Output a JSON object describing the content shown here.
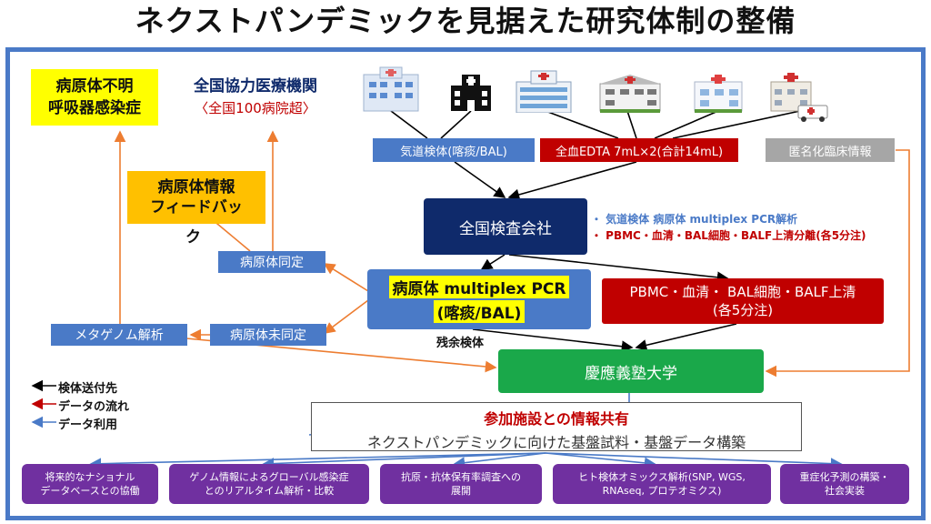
{
  "title": "ネクストパンデミックを見据えた研究体制の整備",
  "unknown_infection": [
    "病原体不明",
    "呼吸器感染症"
  ],
  "hospitals_title": "全国協力医療機関",
  "hospitals_sub": "〈全国100病院超〉",
  "feedback": [
    "病原体情報",
    "フィードバッ",
    "ク"
  ],
  "airway_sample": "気道検体(喀痰/BAL)",
  "whole_blood": "全血EDTA 7mL×2(合計14mL)",
  "anon_info": "匿名化臨床情報",
  "national_lab": "全国検査会社",
  "lab_notes": [
    "・ 気道検体 病原体 multiplex PCR解析",
    "・ PBMC・血清・BAL細胞・BALF上清分離(各5分注)"
  ],
  "pcr": [
    "病原体 multiplex PCR",
    "(喀痰/BAL)"
  ],
  "separation": [
    "PBMC・血清・ BAL細胞・BALF上清",
    "(各5分注)"
  ],
  "identified": "病原体同定",
  "unidentified": "病原体未同定",
  "metagenome": "メタゲノム解析",
  "residual": "残余検体",
  "keio": "慶應義塾大学",
  "legend": [
    {
      "label": "検体送付先",
      "color": "#000000"
    },
    {
      "label": "データの流れ",
      "color": "#c00000"
    },
    {
      "label": "データ利用",
      "color": "#4a7ac7"
    }
  ],
  "sharing_title": "参加施設との情報共有",
  "sharing_sub": "ネクストパンデミックに向けた基盤試料・基盤データ構築",
  "outputs": [
    [
      "将来的なナショナル",
      "データベースとの協働"
    ],
    [
      "ゲノム情報によるグローバル感染症",
      "とのリアルタイム解析・比較"
    ],
    [
      "抗原・抗体保有率調査への",
      "展開"
    ],
    [
      "ヒト検体オミックス解析(SNP, WGS,",
      "RNAseq, プロテオミクス)"
    ],
    [
      "重症化予測の構築・",
      "社会実装"
    ]
  ],
  "colors": {
    "accent_blue": "#4a7ac7",
    "navy": "#0f2a6b",
    "red": "#c00000",
    "green": "#1aa84a",
    "purple": "#7030a0",
    "orange": "#ed7d31",
    "yellow": "#ffff00",
    "amber": "#ffc000"
  }
}
